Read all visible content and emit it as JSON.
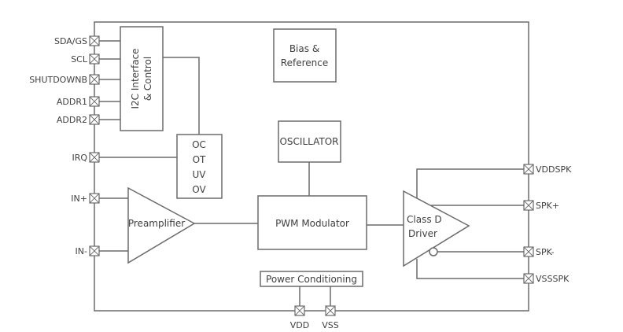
{
  "diagram": {
    "blocks": {
      "i2c": {
        "line1": "I2C Interface",
        "line2": "& Control"
      },
      "bias": {
        "line1": "Bias &",
        "line2": "Reference"
      },
      "fault": {
        "lines": [
          "OC",
          "OT",
          "UV",
          "OV"
        ]
      },
      "oscillator": {
        "label": "OSCILLATOR"
      },
      "preamp": {
        "label": "Preamplifier"
      },
      "pwm": {
        "label": "PWM Modulator"
      },
      "driver": {
        "line1": "Class D",
        "line2": "Driver"
      },
      "power": {
        "label": "Power Conditioning"
      }
    },
    "pins_left": [
      "SDA/GS",
      "SCL",
      "SHUTDOWNB",
      "ADDR1",
      "ADDR2",
      "IRQ",
      "IN+",
      "IN-"
    ],
    "pins_right": [
      "VDDSPK",
      "SPK+",
      "SPK-",
      "VSSSPK"
    ],
    "pins_bottom": [
      "VDD",
      "VSS"
    ],
    "colors": {
      "line": "#6b6b6b",
      "text": "#404040",
      "background": "#ffffff"
    }
  }
}
